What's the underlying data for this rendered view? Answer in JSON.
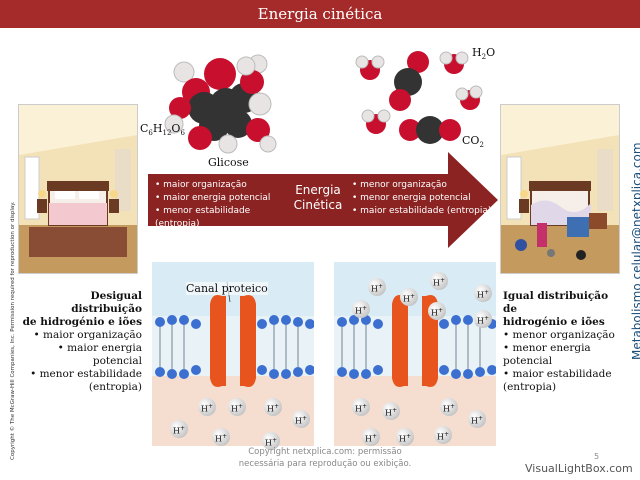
{
  "title": "Energia cinética",
  "glucose": {
    "formula_main": "C",
    "formula_parts": [
      "6",
      "H",
      "12",
      "O",
      "6"
    ],
    "label": "Glicose"
  },
  "water": {
    "formula": "H",
    "sub": "2",
    "suffix": "O"
  },
  "co2": {
    "formula": "CO",
    "sub": "2"
  },
  "arrow": {
    "left_bullets": [
      "• maior organização",
      "• maior energia potencial",
      "• menor estabilidade (entropia)"
    ],
    "center_line1": "Energia",
    "center_line2": "Cinética",
    "right_bullets": [
      "• menor organização",
      "• menor energia potencial",
      "• maior estabilidade (entropia)"
    ]
  },
  "left_panel": {
    "heading1": "Desigual distribuição",
    "heading2": "de hidrogénio e iões",
    "bullets": [
      "• maior organização",
      "• maior energia",
      "potencial",
      "• menor estabilidade",
      "(entropia)"
    ]
  },
  "right_panel": {
    "heading1": "Igual distribuição de",
    "heading2": "hidrogénio e iões",
    "bullets": [
      "• menor organização",
      "• menor energia",
      "potencial",
      "• maior estabilidade",
      "(entropia)"
    ]
  },
  "channel_label": "Canal proteico",
  "ion": "H+",
  "ion_base": "H",
  "ion_sup": "+",
  "copyright_left": "Copyright © The McGraw-Hill Companies, Inc. Permission required for reproduction or display.",
  "side_brand": "Metabolismo celular@netxplica.com",
  "footer_line1": "Copyright netxplica.com: permissão",
  "footer_line2": "necessária para reprodução ou exibição.",
  "page_number": "5",
  "watermark": "VisualLightBox.com",
  "colors": {
    "title_bar": "#a52a2a",
    "arrow": "#8b2323",
    "channel": "#e8541e",
    "membrane_head": "#3b6fd0"
  }
}
